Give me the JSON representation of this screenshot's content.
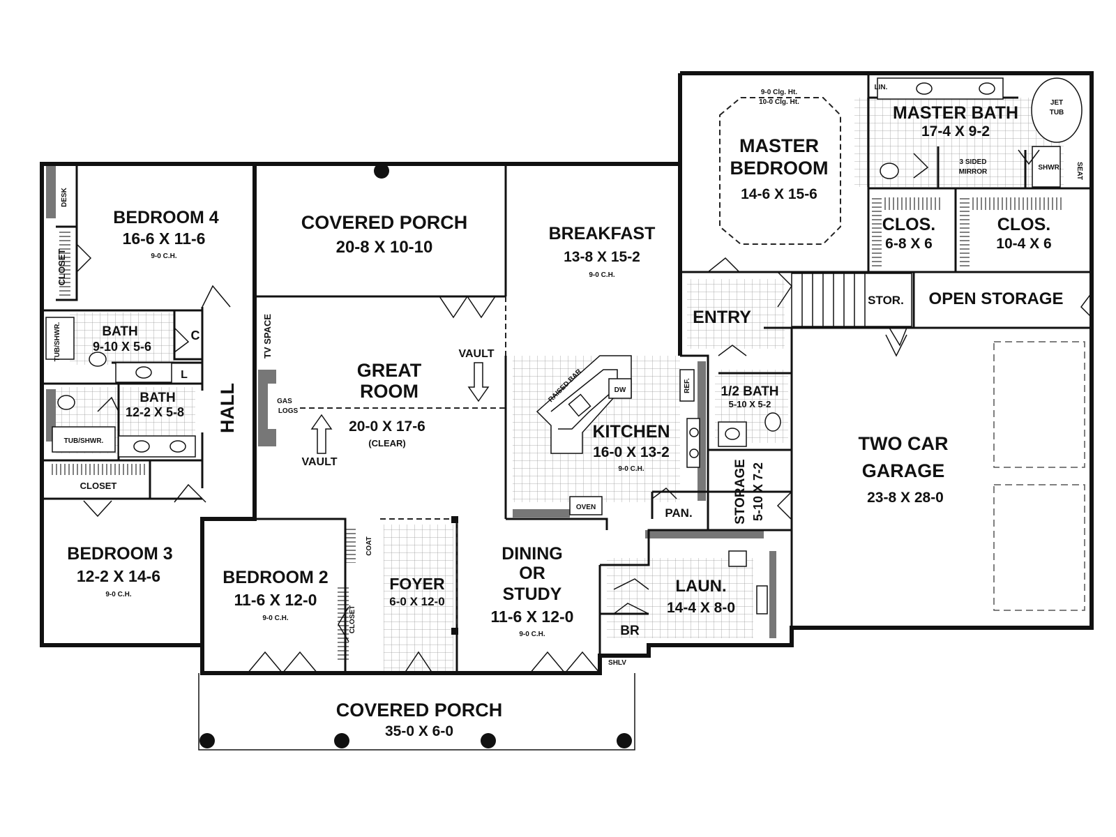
{
  "rooms": {
    "master_bedroom": {
      "name1": "MASTER",
      "name2": "BEDROOM",
      "dim": "14-6 X 15-6",
      "ceiling1": "9-0 Clg. Ht.",
      "ceiling2": "10-0 Clg. Ht."
    },
    "master_bath": {
      "name": "MASTER BATH",
      "dim": "17-4 X 9-2",
      "lin": "LIN.",
      "jet1": "JET",
      "jet2": "TUB",
      "mirror1": "3 SIDED",
      "mirror2": "MIRROR",
      "shower": "SHWR.",
      "seat": "SEAT"
    },
    "clos_left": {
      "name": "CLOS.",
      "dim": "6-8 X 6"
    },
    "clos_right": {
      "name": "CLOS.",
      "dim": "10-4 X 6"
    },
    "bedroom4": {
      "name": "BEDROOM 4",
      "dim": "16-6 X 11-6",
      "ceiling": "9-0 C.H.",
      "desk": "DESK",
      "closet": "CLOSET"
    },
    "covered_porch_rear": {
      "name": "COVERED PORCH",
      "dim": "20-8 X 10-10"
    },
    "breakfast": {
      "name": "BREAKFAST",
      "dim": "13-8 X 15-2",
      "ceiling": "9-0 C.H."
    },
    "bath1": {
      "name": "BATH",
      "dim": "9-10 X 5-6",
      "tub": "TUB/SHWR.",
      "c": "C",
      "l": "L"
    },
    "bath2": {
      "name": "BATH",
      "dim": "12-2 X 5-8",
      "tub": "TUB/SHWR."
    },
    "hall": {
      "name": "HALL"
    },
    "great_room": {
      "name1": "GREAT",
      "name2": "ROOM",
      "dim": "20-0 X 17-6",
      "note": "(CLEAR)",
      "vault1": "VAULT",
      "vault2": "VAULT",
      "tv": "TV SPACE",
      "gas1": "GAS",
      "gas2": "LOGS"
    },
    "entry": {
      "name": "ENTRY"
    },
    "stor": {
      "name": "STOR."
    },
    "open_storage": {
      "name": "OPEN STORAGE"
    },
    "kitchen": {
      "name": "KITCHEN",
      "dim": "16-0 X 13-2",
      "ceiling": "9-0 C.H.",
      "raised_bar": "RAISED BAR",
      "dw": "DW",
      "ref": "REF.",
      "oven": "OVEN"
    },
    "half_bath": {
      "name": "1/2 BATH",
      "dim": "5-10 X 5-2"
    },
    "storage": {
      "name": "STORAGE",
      "dim": "5-10 X 7-2"
    },
    "garage": {
      "name1": "TWO CAR",
      "name2": "GARAGE",
      "dim": "23-8 X 28-0"
    },
    "closet_b3": {
      "name": "CLOSET"
    },
    "bedroom3": {
      "name": "BEDROOM 3",
      "dim": "12-2 X 14-6",
      "ceiling": "9-0 C.H."
    },
    "bedroom2": {
      "name": "BEDROOM 2",
      "dim": "11-6 X 12-0",
      "ceiling": "9-0 C.H.",
      "closet": "CLOSET"
    },
    "coat": {
      "name": "COAT"
    },
    "foyer": {
      "name": "FOYER",
      "dim": "6-0 X 12-0"
    },
    "dining": {
      "name1": "DINING",
      "name2": "OR",
      "name3": "STUDY",
      "dim": "11-6 X 12-0",
      "ceiling": "9-0 C.H."
    },
    "pan": {
      "name": "PAN."
    },
    "laun": {
      "name": "LAUN.",
      "dim": "14-4 X 8-0"
    },
    "br": {
      "name": "BR"
    },
    "shlv": {
      "name": "SHLV"
    },
    "covered_porch_front": {
      "name": "COVERED PORCH",
      "dim": "35-0 X 6-0"
    }
  }
}
